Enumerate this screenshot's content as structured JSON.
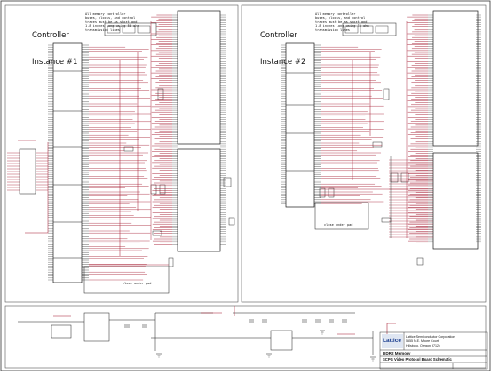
{
  "panels": [
    {
      "title_line1": "Controller",
      "title_line2": "Instance #1"
    },
    {
      "title_line1": "Controller",
      "title_line2": "Instance #2"
    }
  ],
  "note_text": "All memory controller\nbuses, clocks, and control\ntraces must be as short and\n1.8 inches long using 50 ohm\ntransmission lines",
  "clock_note": "close under pad",
  "title_block": {
    "logo": "Lattice",
    "company": "Lattice Semiconductor Corporation",
    "address1": "5555 N.E. Moore Court",
    "address2": "Hillsboro, Oregon 97124",
    "sheet_title": "DDR2 Memory",
    "project": "SCPG Video Protocol Board Schematic"
  },
  "colors": {
    "wire": "#a3152b",
    "line": "#1b1b1b",
    "frame": "#333333"
  }
}
